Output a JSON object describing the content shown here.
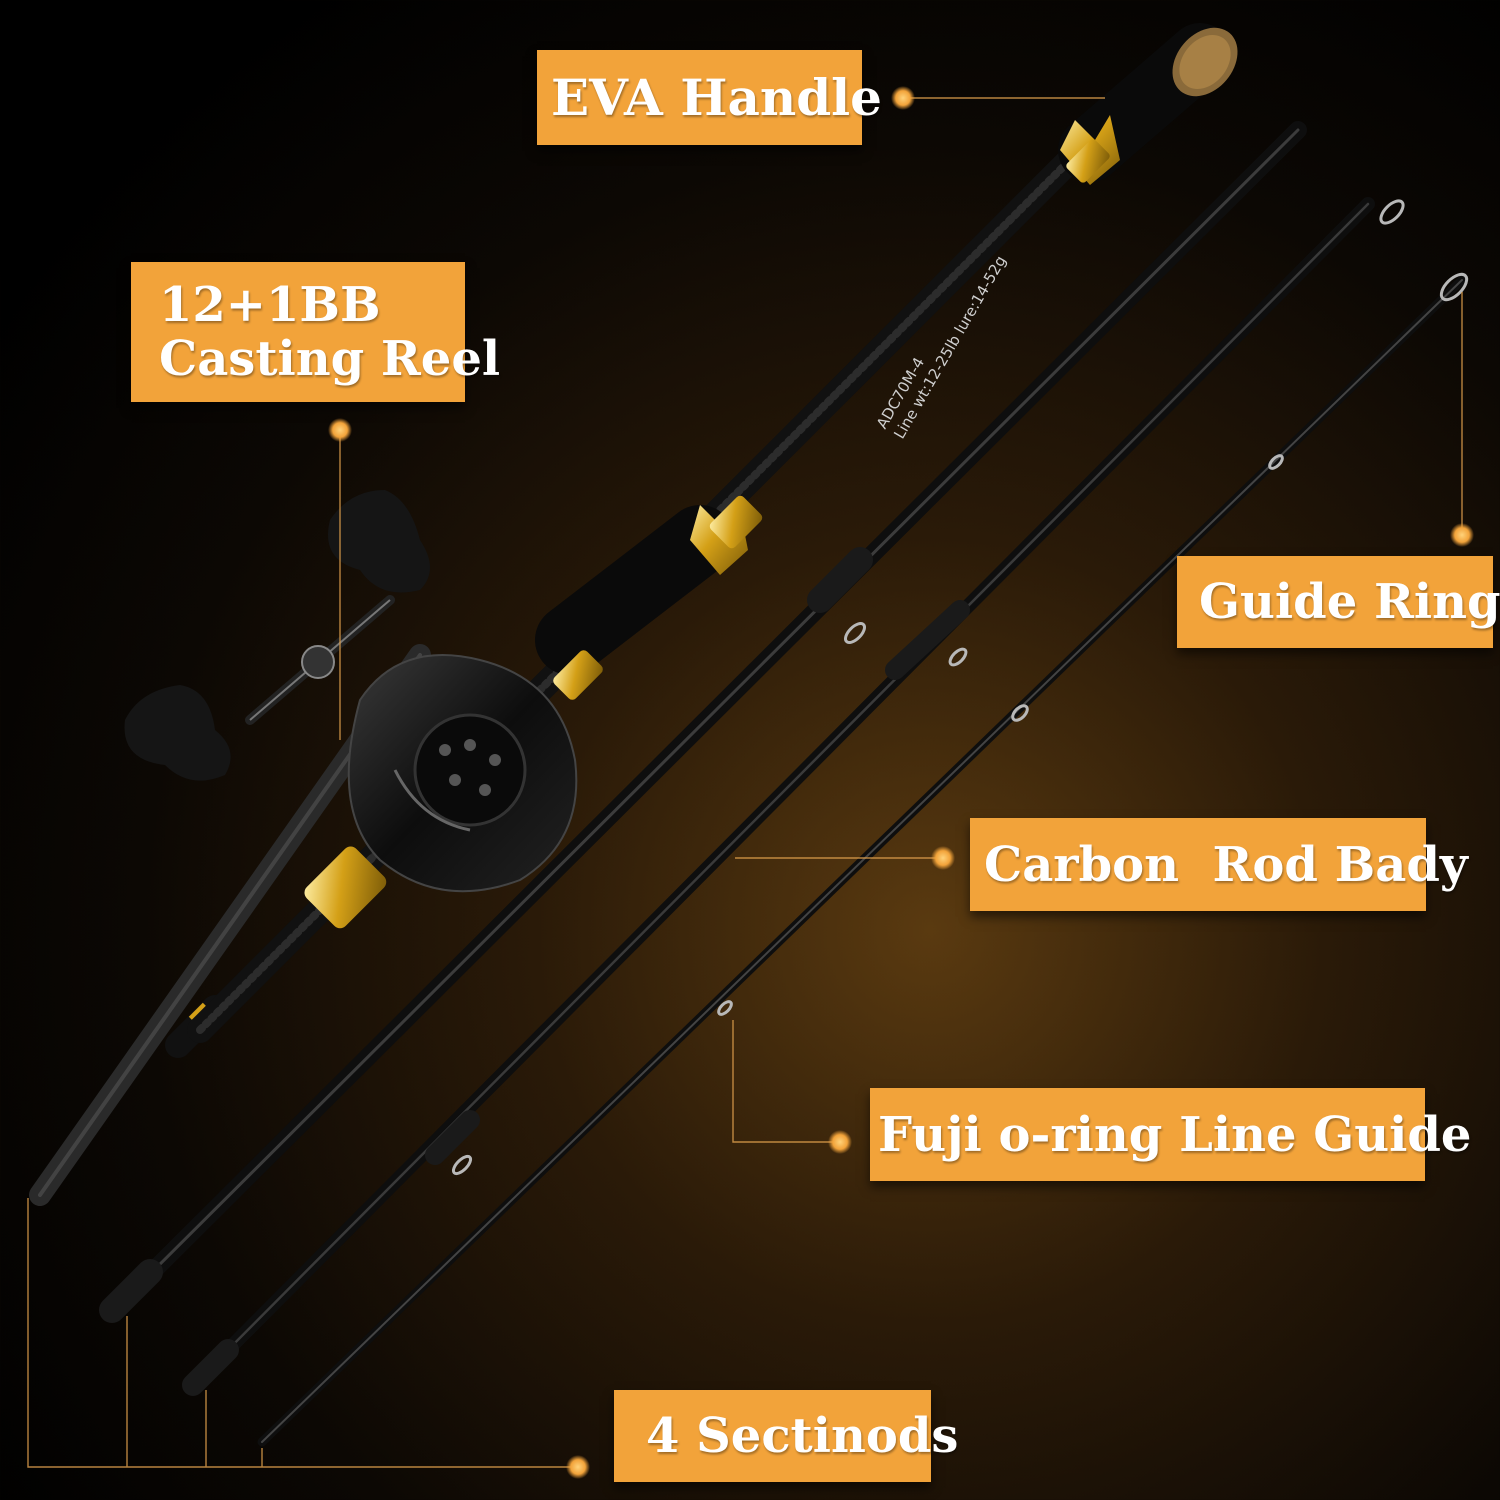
{
  "labels": {
    "eva_handle": "EVA Handle",
    "reel_line1": "12+1BB",
    "reel_line2": "Casting Reel",
    "guide_ring": "Guide Ring",
    "carbon_body": "Carbon  Rod Bady",
    "fuji_guide": "Fuji o-ring Line Guide",
    "sections": "4 Sectinods"
  },
  "rod_print": {
    "model": "ADC70M-4",
    "spec": "Line wt:12-25lb lure:14-52g"
  },
  "colors": {
    "label_bg": "#f2a33a",
    "label_text": "#ffffff",
    "accent_gold": "#d4a017",
    "rod_black": "#111111"
  }
}
